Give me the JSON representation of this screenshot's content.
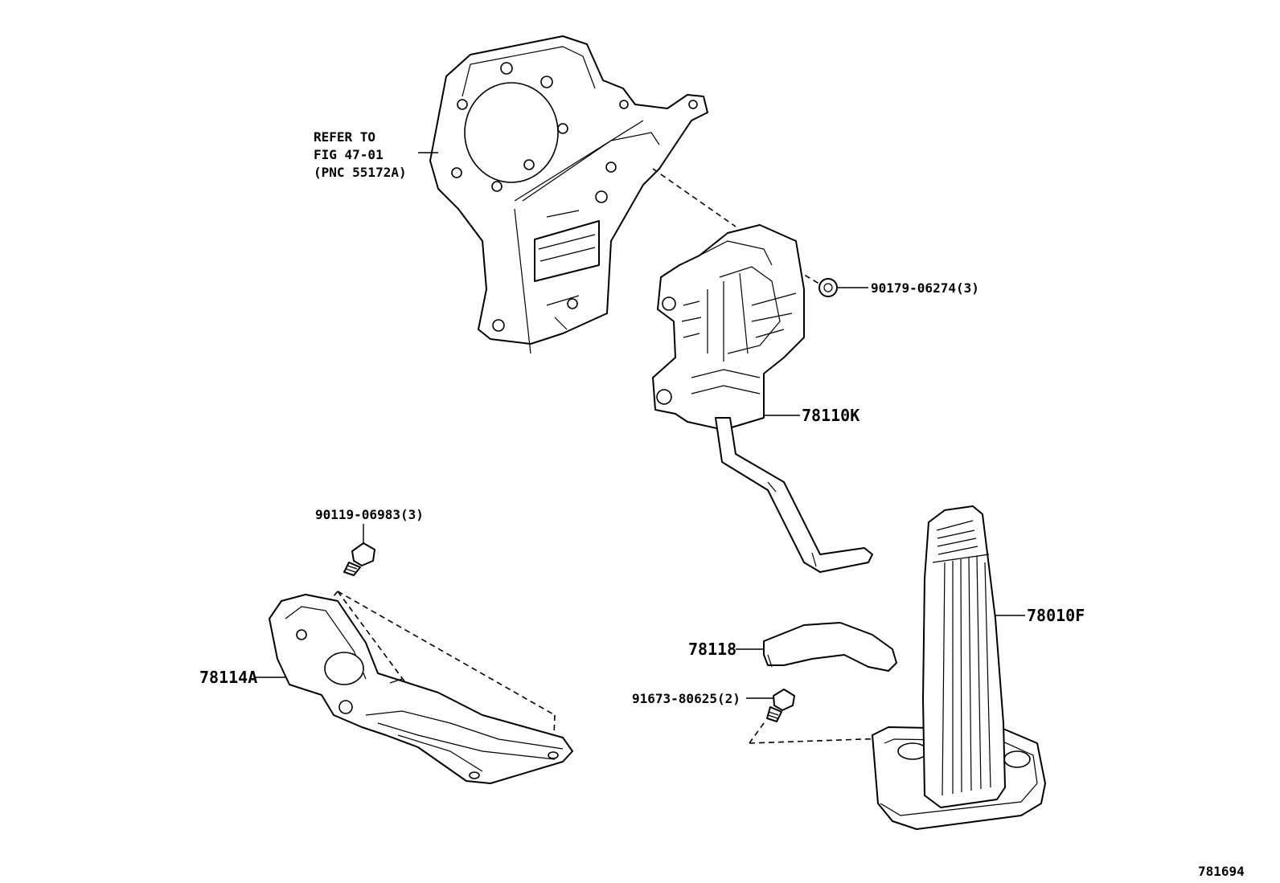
{
  "callouts": {
    "refer_line1": "REFER TO",
    "refer_line2": "FIG 47-01",
    "refer_line3": "(PNC 55172A)",
    "bolt_upper": "90179-06274(3)",
    "pedal_arm": "78110K",
    "bolt_left": "90119-06983(3)",
    "pedal_pad": "78010F",
    "cover": "78118",
    "bracket": "78114A",
    "screw": "91673-80625(2)"
  },
  "illustration_id": "781694"
}
